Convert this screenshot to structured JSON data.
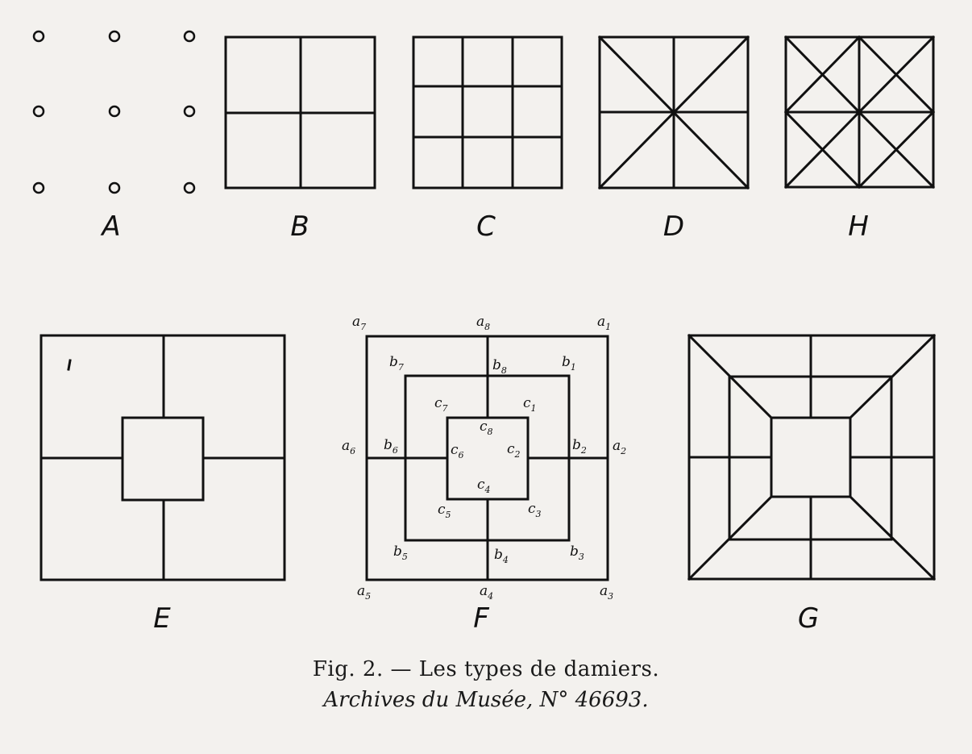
{
  "colors": {
    "ink": "#111111",
    "paper": "#f3f1ee"
  },
  "panels": {
    "A": {
      "label": "A"
    },
    "B": {
      "label": "B"
    },
    "C": {
      "label": "C"
    },
    "D": {
      "label": "D"
    },
    "H": {
      "label": "H"
    },
    "E": {
      "label": "E"
    },
    "F": {
      "label": "F"
    },
    "G": {
      "label": "G"
    }
  },
  "vertex_labels": {
    "a1": {
      "letter": "a",
      "sub": "1"
    },
    "a2": {
      "letter": "a",
      "sub": "2"
    },
    "a3": {
      "letter": "a",
      "sub": "3"
    },
    "a4": {
      "letter": "a",
      "sub": "4"
    },
    "a5": {
      "letter": "a",
      "sub": "5"
    },
    "a6": {
      "letter": "a",
      "sub": "6"
    },
    "a7": {
      "letter": "a",
      "sub": "7"
    },
    "a8": {
      "letter": "a",
      "sub": "8"
    },
    "b1": {
      "letter": "b",
      "sub": "1"
    },
    "b2": {
      "letter": "b",
      "sub": "2"
    },
    "b3": {
      "letter": "b",
      "sub": "3"
    },
    "b4": {
      "letter": "b",
      "sub": "4"
    },
    "b5": {
      "letter": "b",
      "sub": "5"
    },
    "b6": {
      "letter": "b",
      "sub": "6"
    },
    "b7": {
      "letter": "b",
      "sub": "7"
    },
    "b8": {
      "letter": "b",
      "sub": "8"
    },
    "c1": {
      "letter": "c",
      "sub": "1"
    },
    "c2": {
      "letter": "c",
      "sub": "2"
    },
    "c3": {
      "letter": "c",
      "sub": "3"
    },
    "c4": {
      "letter": "c",
      "sub": "4"
    },
    "c5": {
      "letter": "c",
      "sub": "5"
    },
    "c6": {
      "letter": "c",
      "sub": "6"
    },
    "c7": {
      "letter": "c",
      "sub": "7"
    },
    "c8": {
      "letter": "c",
      "sub": "8"
    }
  },
  "caption": {
    "title": "Fig. 2. — Les types de damiers.",
    "source_text": "Archives du Musée,",
    "source_number": "N° 46693."
  }
}
